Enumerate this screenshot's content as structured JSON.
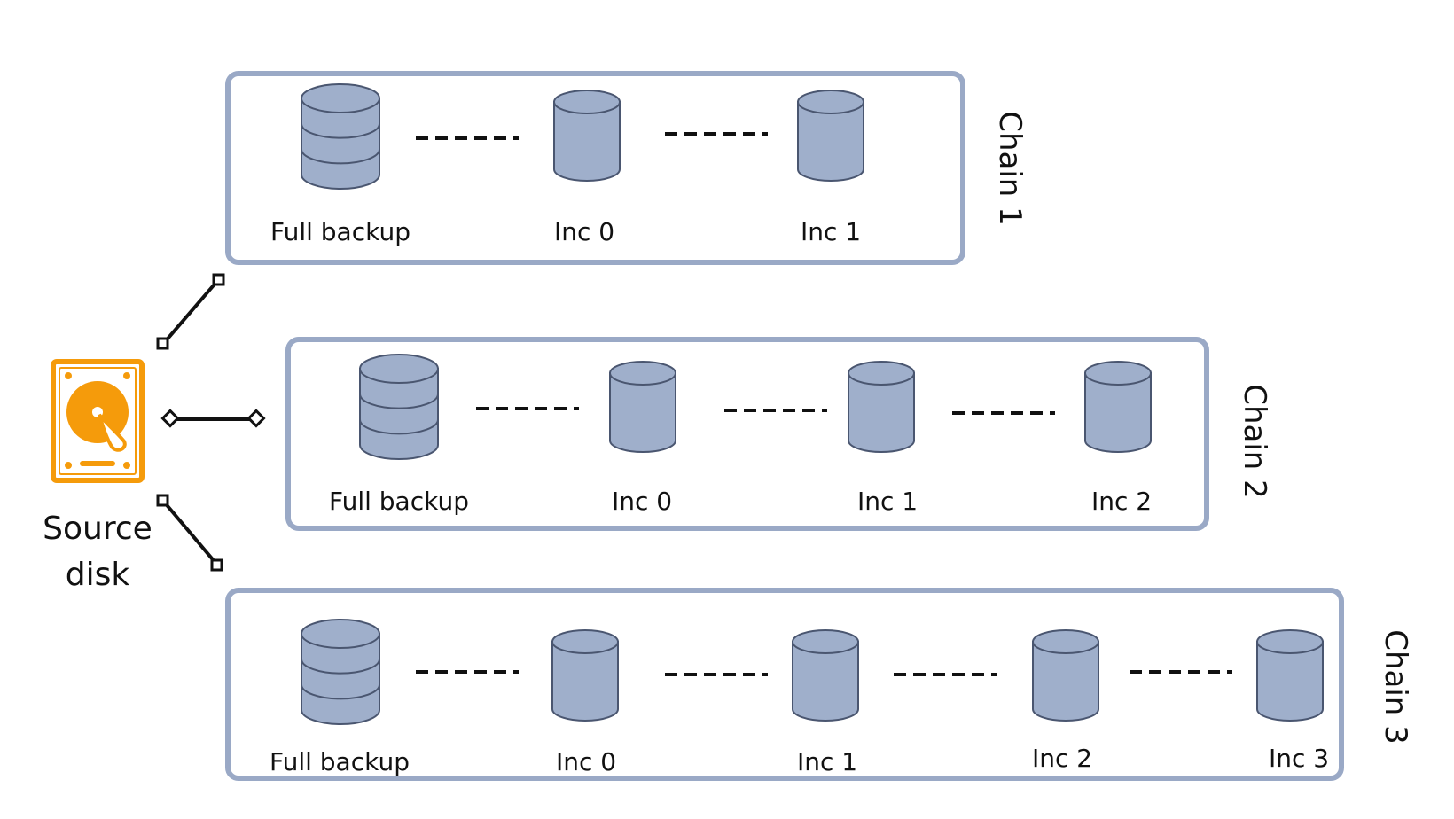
{
  "source": {
    "label_line1": "Source",
    "label_line2": "disk",
    "icon": "hard-disk-icon",
    "color": "#f59b0b"
  },
  "colors": {
    "chain_border": "#9aa9c6",
    "cylinder_fill": "#9fafcb",
    "cylinder_stroke": "#4a5670"
  },
  "chains": [
    {
      "label": "Chain 1",
      "nodes": [
        {
          "kind": "full",
          "label": "Full backup"
        },
        {
          "kind": "inc",
          "label": "Inc 0"
        },
        {
          "kind": "inc",
          "label": "Inc 1"
        }
      ]
    },
    {
      "label": "Chain 2",
      "nodes": [
        {
          "kind": "full",
          "label": "Full backup"
        },
        {
          "kind": "inc",
          "label": "Inc 0"
        },
        {
          "kind": "inc",
          "label": "Inc 1"
        },
        {
          "kind": "inc",
          "label": "Inc 2"
        }
      ]
    },
    {
      "label": "Chain 3",
      "nodes": [
        {
          "kind": "full",
          "label": "Full backup"
        },
        {
          "kind": "inc",
          "label": "Inc 0"
        },
        {
          "kind": "inc",
          "label": "Inc 1"
        },
        {
          "kind": "inc",
          "label": "Inc 2"
        },
        {
          "kind": "inc",
          "label": "Inc 3"
        }
      ]
    }
  ]
}
